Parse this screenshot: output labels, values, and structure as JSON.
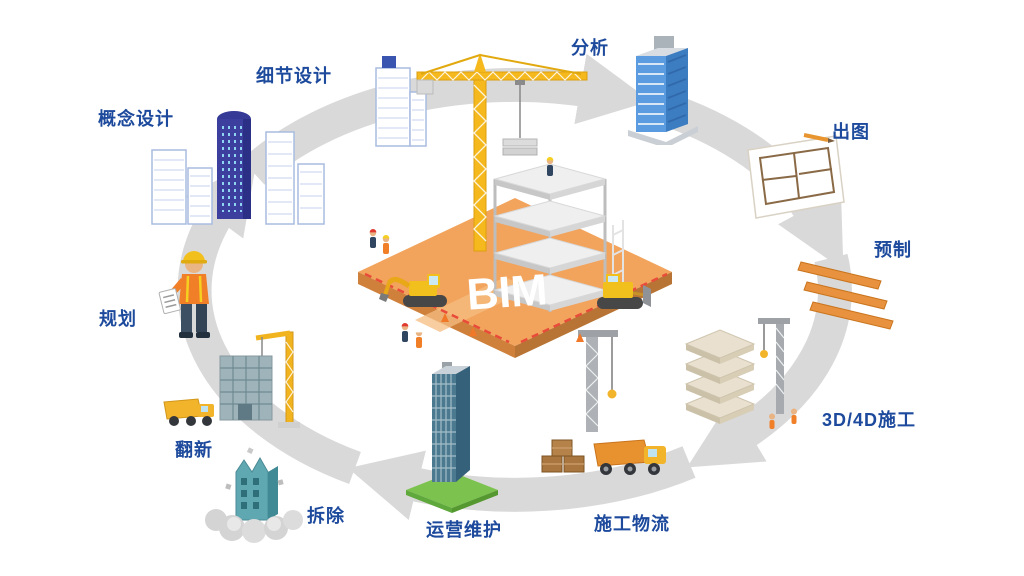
{
  "diagram": {
    "center": {
      "label": "BIM"
    },
    "colors": {
      "label_blue": "#1d4a9c",
      "ring_gray": "#d9d9d9",
      "platform_orange": "#f2a35c",
      "crane_yellow": "#f5b91e",
      "machine_yellow": "#f2c01d",
      "worker_vest_orange": "#f07f28",
      "glass_blue": "#5b9ce0",
      "beam_orange": "#e8913e",
      "crate_brown": "#a8763e",
      "teal_building": "#5fa8b2"
    },
    "stages": [
      {
        "id": "concept-design",
        "label": "概念设计"
      },
      {
        "id": "detail-design",
        "label": "细节设计"
      },
      {
        "id": "analysis",
        "label": "分析"
      },
      {
        "id": "drawing-output",
        "label": "出图"
      },
      {
        "id": "prefabrication",
        "label": "预制"
      },
      {
        "id": "construction-3d4d",
        "label": "3D/4D施工"
      },
      {
        "id": "construction-logistics",
        "label": "施工物流"
      },
      {
        "id": "operation-maintenance",
        "label": "运营维护"
      },
      {
        "id": "demolition",
        "label": "拆除"
      },
      {
        "id": "renovation",
        "label": "翻新"
      },
      {
        "id": "planning",
        "label": "规划"
      }
    ]
  }
}
